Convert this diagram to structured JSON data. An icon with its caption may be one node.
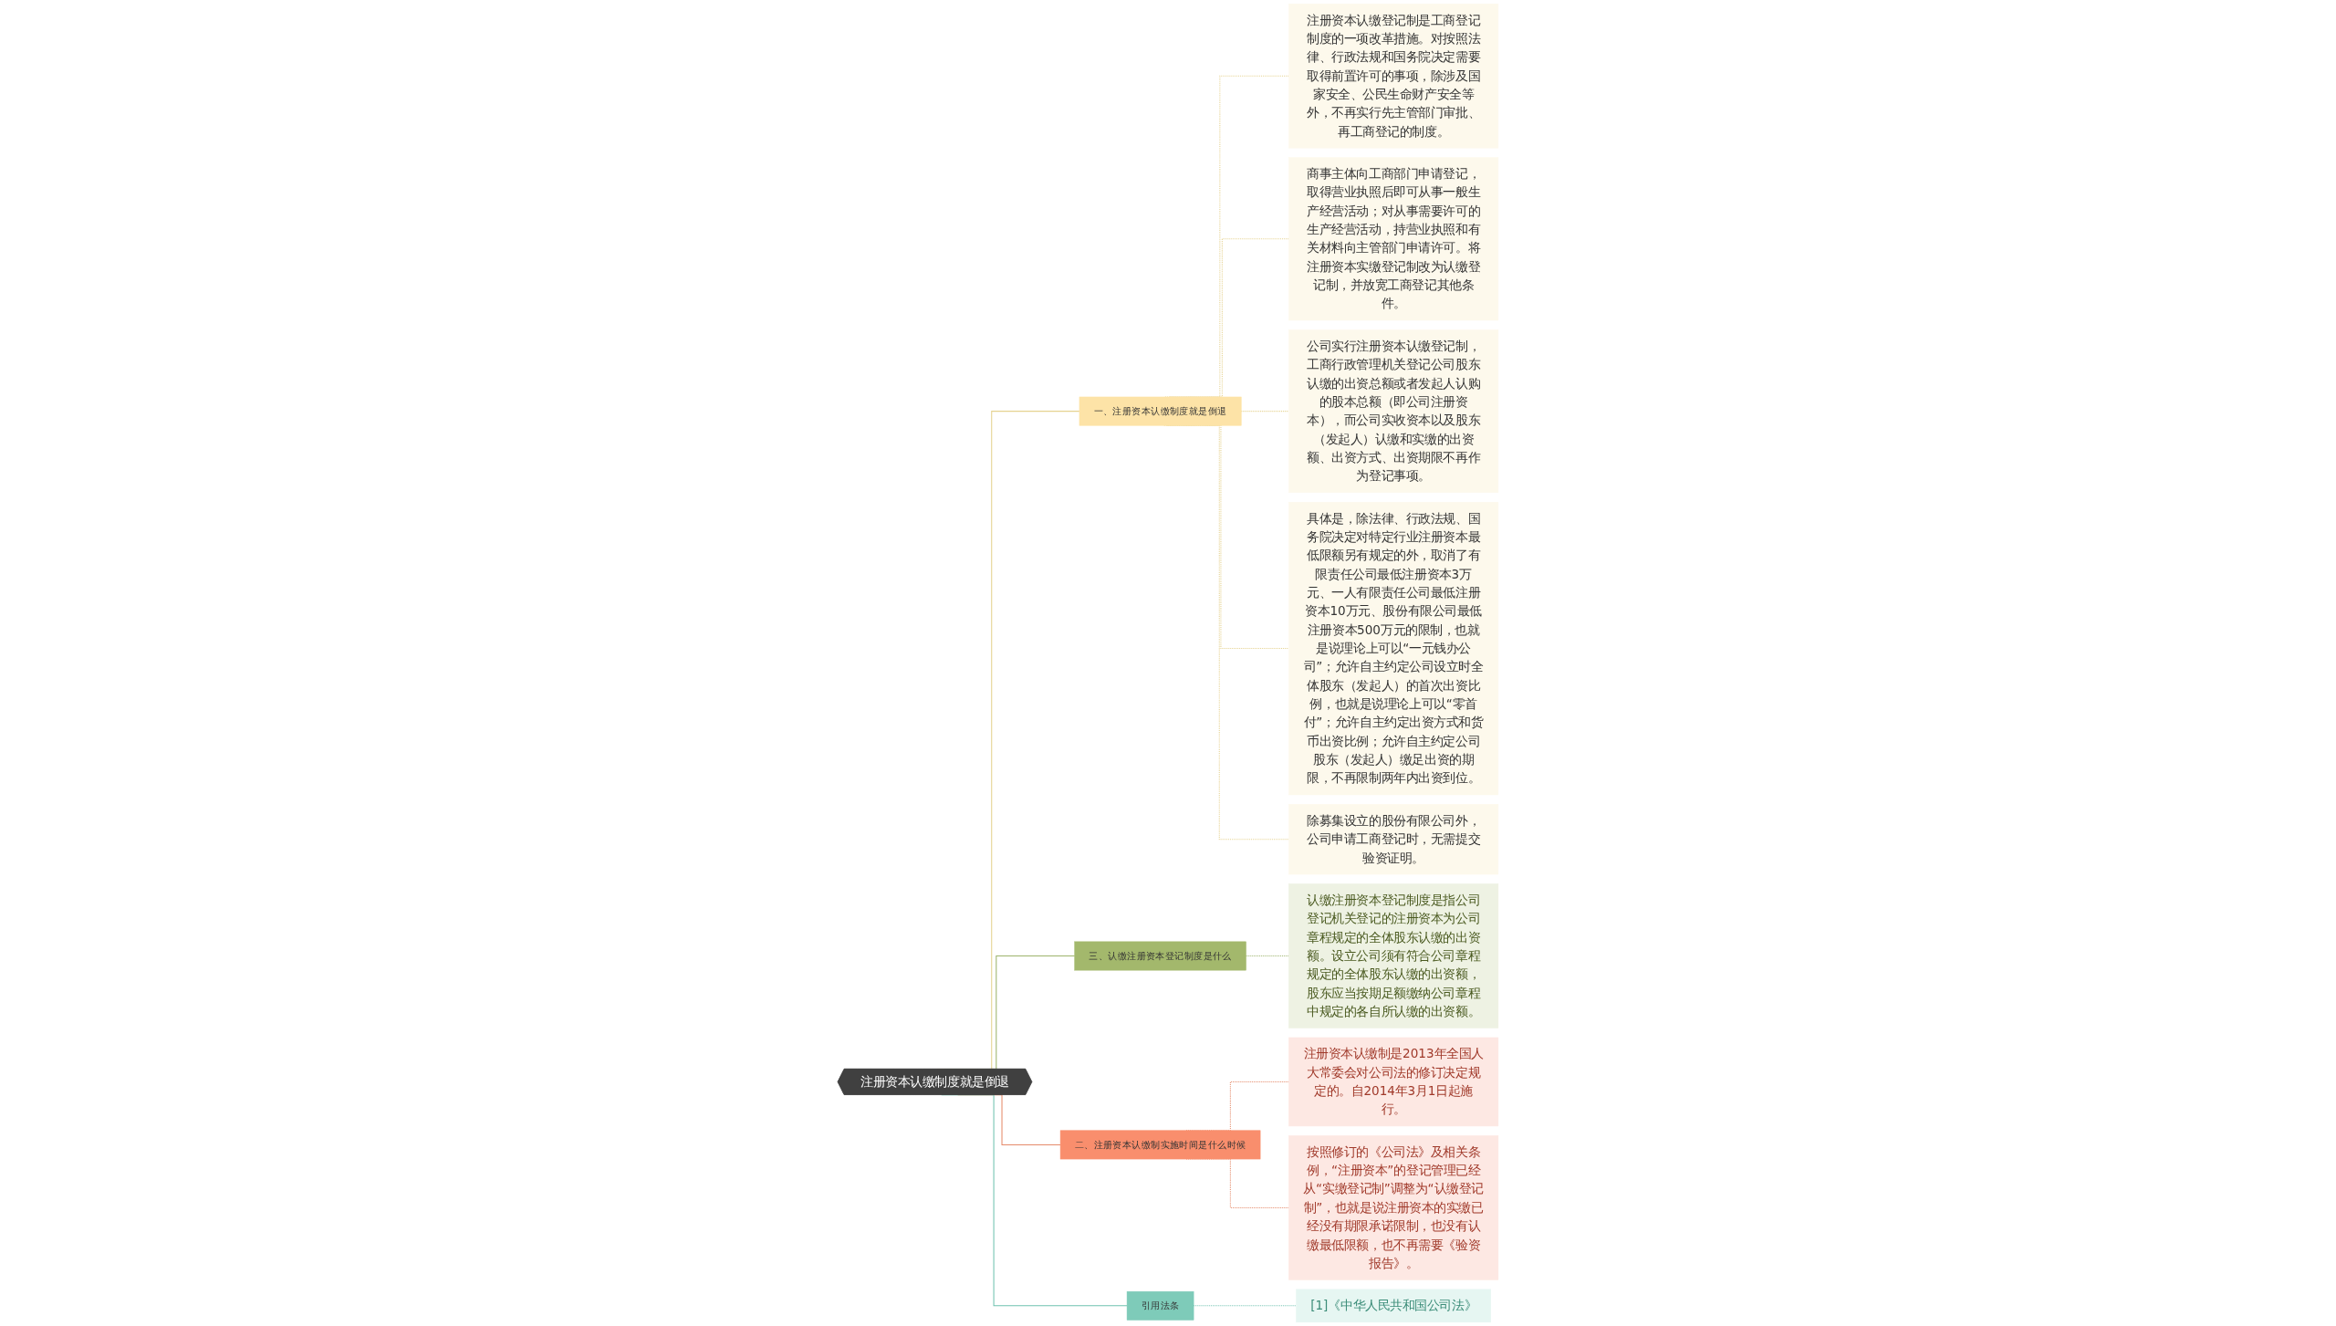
{
  "diagram": {
    "nodes": [
      {
        "text": [
          "注册资本认缴制度就是倒退"
        ]
      },
      {
        "text": [
          "一、注册资本认缴制度就是倒退"
        ]
      },
      {
        "text": [
          "注册资本认缴登记制是工商登记制度的一项改革措施。对按照法律、行政法规和国务院决定需要取得前置许可的事项，除涉及国家安全、公民生命财产安全等外，不再实行先主管部门审批、再工商登记的制度。"
        ]
      },
      {
        "text": [
          "商事主体向工商部门申请登记，取得营业执照后即可从事一般生产经营活动；对从事需要许可的生产经营活动，持营业执照和有关材料向主管部门申请许可。将注册资本实缴登记制改为认缴登记制，并放宽工商登记其他条件。"
        ]
      },
      {
        "text": [
          "公司实行注册资本认缴登记制，工商行政管理机关登记公司股东认缴的出资总额或者发起人认购的股本总额（即公司注册资本），而公司实收资本以及股东（发起人）认缴和实缴的出资额、出资方式、出资期限不再作为登记事项。"
        ]
      },
      {
        "text": [
          "具体是，除法律、行政法规、国务院决定对特定行业注册资本最低限额另有规定的外，取消了有限责任公司最低注册资本3万元、一人有限责任公司最低注册资本10万元、股份有限公司最低注册资本500万元的限制，也就是说理论上可以“一元钱办公司”；允许自主约定公司设立时全体股东（发起人）的首次出资比例，也就是说理论上可以“零首付”；允许自主约定出资方式和货币出资比例；允许自主约定公司股东（发起人）缴足出资的期限，不再限制两年内出资到位。"
        ]
      },
      {
        "text": [
          "除募集设立的股份有限公司外，公司申请工商登记时，无需提交验资证明。"
        ]
      },
      {
        "text": [
          "三、认缴注册资本登记制度是什么"
        ]
      },
      {
        "text": [
          "认缴注册资本登记制度是指公司登记机关登记的注册资本为公司章程规定的全体股东认缴的出资额。设立公司须有符合公司章程规定的全体股东认缴的出资额，股东应当按期足额缴纳公司章程中规定的各自所认缴的出资额。"
        ]
      },
      {
        "text": [
          "二、注册资本认缴制实施时间是什么时候"
        ]
      },
      {
        "text": [
          "注册资本认缴制是2013年全国人大常委会对公司法的修订决定规定的。自2014年3月1日起施行。"
        ]
      },
      {
        "text": [
          "按照修订的《公司法》及相关条例，“注册资本”的登记管理已经从“实缴登记制”调整为“认缴登记制”，也就是说注册资本的实缴已经没有期限承诺限制，也没有认缴最低限额，也不再需要《验资报告》。"
        ]
      },
      {
        "text": [
          "引用法条"
        ]
      },
      {
        "text": [
          "[1]《中华人民共和国公司法》"
        ]
      }
    ],
    "edges": [
      {
        "from": 0,
        "to": 1,
        "arrow": "none"
      },
      {
        "from": 1,
        "to": 2,
        "arrow": "none",
        "style": "dashed"
      },
      {
        "from": 1,
        "to": 3,
        "arrow": "none",
        "style": "dashed"
      },
      {
        "from": 1,
        "to": 4,
        "arrow": "none",
        "style": "dashed"
      },
      {
        "from": 1,
        "to": 5,
        "arrow": "none",
        "style": "dashed"
      },
      {
        "from": 1,
        "to": 6,
        "arrow": "none",
        "style": "dashed"
      },
      {
        "from": 0,
        "to": 7,
        "arrow": "none",
        "color": "#9db46c"
      },
      {
        "from": 7,
        "to": 8,
        "arrow": "none",
        "style": "dashed",
        "color": "#9db46c"
      },
      {
        "from": 0,
        "to": 9,
        "arrow": "none",
        "color": "#e58b6b"
      },
      {
        "from": 9,
        "to": 10,
        "arrow": "none",
        "style": "dashed",
        "color": "#e58b6b"
      },
      {
        "from": 9,
        "to": 11,
        "arrow": "none",
        "style": "dashed",
        "color": "#e58b6b"
      },
      {
        "from": 0,
        "to": 12,
        "arrow": "none",
        "color": "#6fc2b0"
      },
      {
        "from": 12,
        "to": 13,
        "arrow": "none",
        "style": "dashed",
        "color": "#6fc2b0"
      }
    ]
  }
}
